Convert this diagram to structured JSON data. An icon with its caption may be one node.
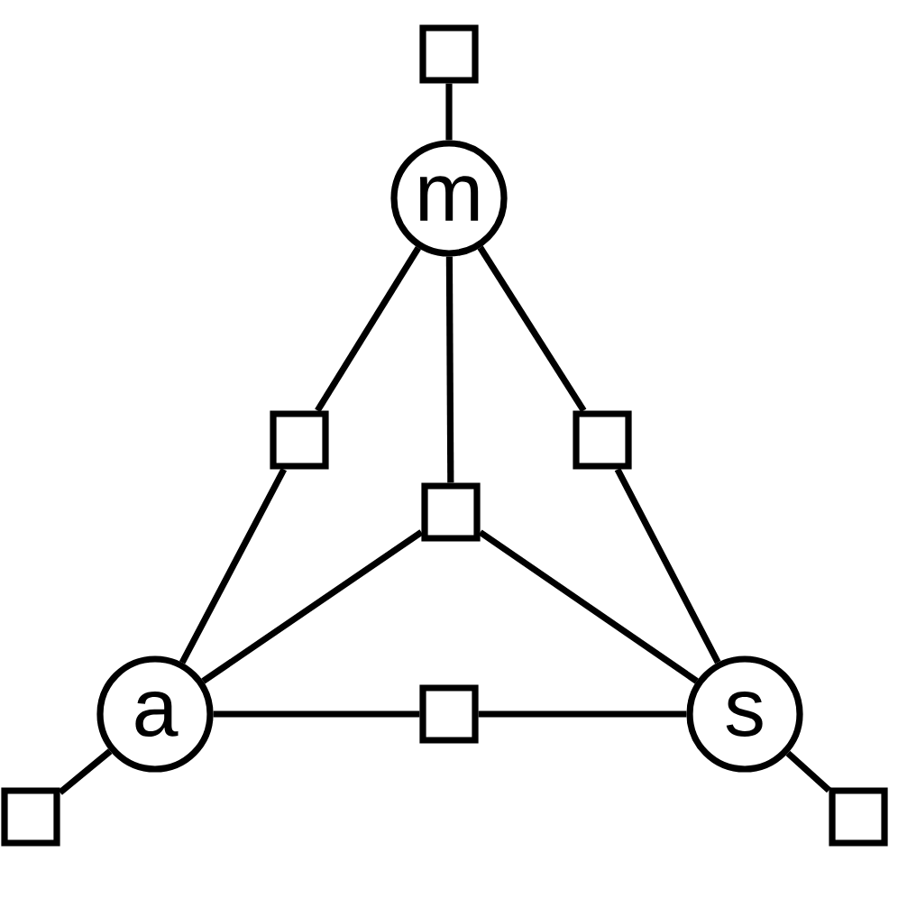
{
  "diagram": {
    "nodes": [
      {
        "text": [],
        "shape": "box"
      },
      {
        "text": [
          "m"
        ]
      },
      {
        "text": [],
        "shape": "box"
      },
      {
        "text": [],
        "shape": "box"
      },
      {
        "text": [],
        "shape": "box"
      },
      {
        "text": [
          "a"
        ]
      },
      {
        "text": [],
        "shape": "box"
      },
      {
        "text": [
          "s"
        ]
      },
      {
        "text": [],
        "shape": "box"
      },
      {
        "text": [],
        "shape": "box"
      }
    ],
    "edges": [
      {
        "from": 0,
        "to": 1,
        "arrow": "none"
      },
      {
        "from": 1,
        "to": 2,
        "arrow": "none"
      },
      {
        "from": 1,
        "to": 4,
        "arrow": "none"
      },
      {
        "from": 1,
        "to": 3,
        "arrow": "none"
      },
      {
        "from": 2,
        "to": 5,
        "arrow": "none"
      },
      {
        "from": 3,
        "to": 7,
        "arrow": "none"
      },
      {
        "from": 4,
        "to": 5,
        "arrow": "none"
      },
      {
        "from": 4,
        "to": 7,
        "arrow": "none"
      },
      {
        "from": 5,
        "to": 6,
        "arrow": "none"
      },
      {
        "from": 6,
        "to": 7,
        "arrow": "none"
      },
      {
        "from": 5,
        "to": 8,
        "arrow": "none"
      },
      {
        "from": 7,
        "to": 9,
        "arrow": "none"
      }
    ]
  }
}
